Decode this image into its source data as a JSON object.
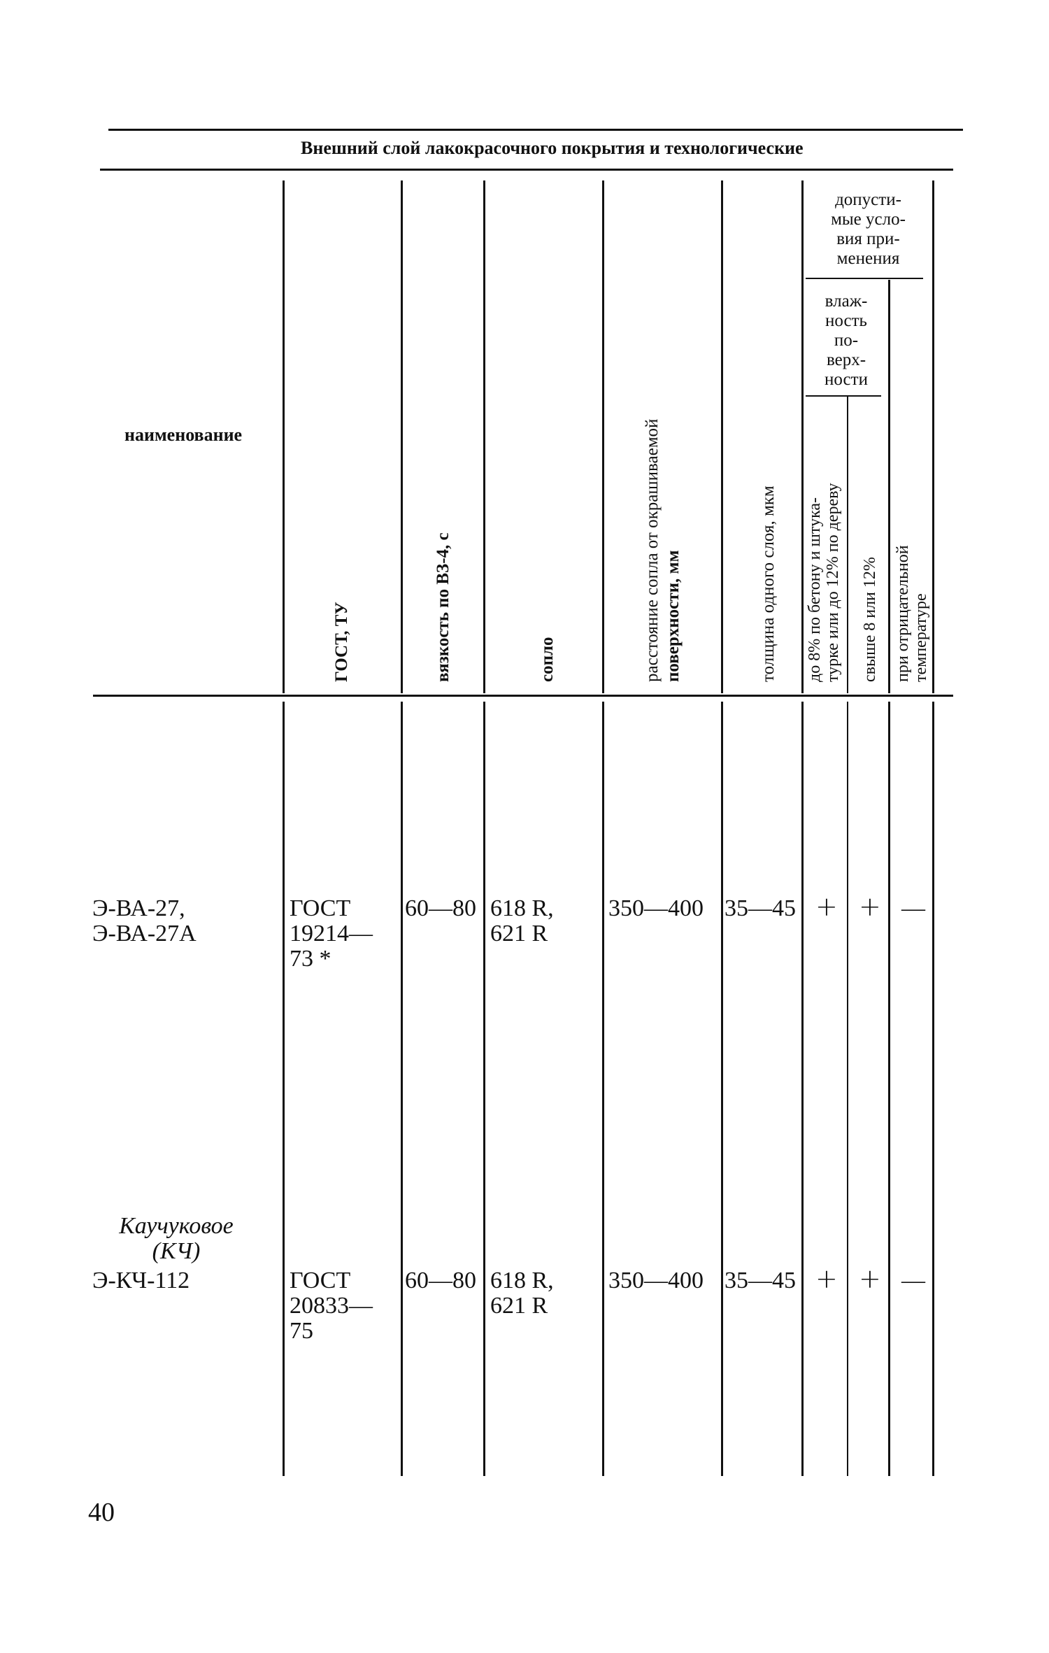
{
  "table": {
    "group_title": "Внешний слой лакокрасочного покрытия и технологические",
    "columns": {
      "name": "наименование",
      "gost": "ГОСТ, ТУ",
      "viscosity": "вязкость по ВЗ-4, с",
      "nozzle": "сопло",
      "distance_line1": "расстояние сопла от окрашиваемой",
      "distance_line2": "поверхности, мм",
      "thickness": "толщина одного слоя, мкм",
      "conditions": [
        "допусти-",
        "мые усло-",
        "вия при-",
        "менения"
      ],
      "humidity": [
        "влаж-",
        "ность",
        "по-",
        "верх-",
        "ности"
      ],
      "sub1_line1": "до 8% по бетону и штука-",
      "sub1_line2": "турке или до 12% по дереву",
      "sub2": "свыше 8 или 12%",
      "sub3_line1": "при отрицательной",
      "sub3_line2": "температуре"
    },
    "rows": [
      {
        "name_lines": [
          "Э-ВА-27,",
          "Э-ВА-27А"
        ],
        "gost_lines": [
          "ГОСТ",
          "19214—",
          "73 *"
        ],
        "viscosity": "60—80",
        "nozzle_lines": [
          "618 R,",
          "621 R"
        ],
        "distance": "350—400",
        "thickness": "35—45",
        "c1": "+",
        "c2": "+",
        "c3": "—"
      },
      {
        "group_lines": [
          "Каучуковое",
          "(КЧ)"
        ],
        "name_lines": [
          "Э-КЧ-112"
        ],
        "gost_lines": [
          "ГОСТ",
          "20833—",
          "75"
        ],
        "viscosity": "60—80",
        "nozzle_lines": [
          "618 R,",
          "621 R"
        ],
        "distance": "350—400",
        "thickness": "35—45",
        "c1": "+",
        "c2": "+",
        "c3": "—"
      }
    ]
  },
  "page_number": "40"
}
